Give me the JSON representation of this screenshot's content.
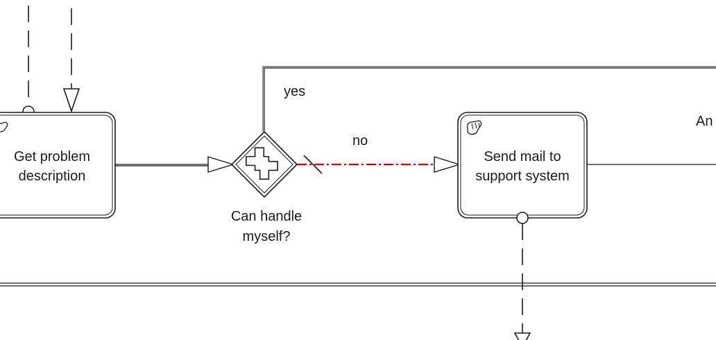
{
  "diagram": {
    "tasks": {
      "get_problem": {
        "line1": "Get problem",
        "line2": "description",
        "icon": "hand-icon"
      },
      "send_mail": {
        "line1": "Send mail to",
        "line2": "support system",
        "icon": "hand-icon"
      }
    },
    "gateway": {
      "line1": "Can handle",
      "line2": "myself?",
      "type": "exclusive"
    },
    "flows": {
      "yes": "yes",
      "no": "no",
      "offscreen_label": "An"
    },
    "colors": {
      "stroke": "#1a1a1a",
      "highlight": "#cc0000",
      "background": "#ffffff"
    }
  }
}
